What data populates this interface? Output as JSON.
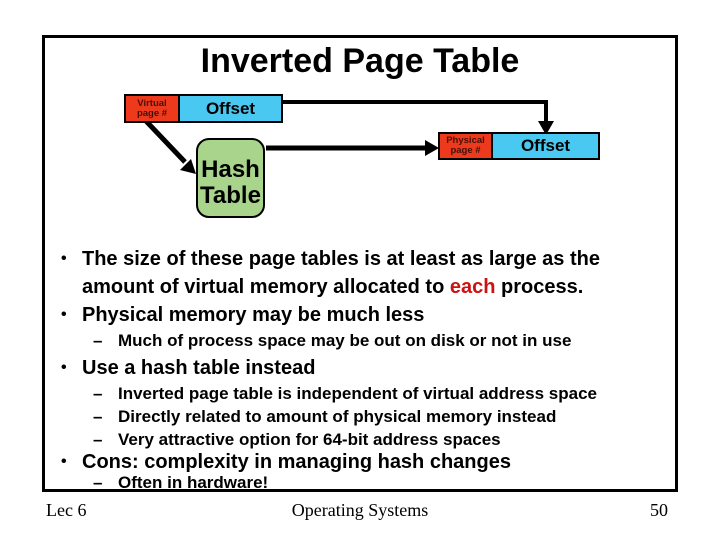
{
  "slide": {
    "title": "Inverted Page Table",
    "diagram": {
      "virtual_box": {
        "page_line1": "Virtual",
        "page_line2": "page #",
        "offset_label": "Offset"
      },
      "physical_box": {
        "page_line1": "Physical",
        "page_line2": "page #",
        "offset_label": "Offset"
      },
      "hash_table": {
        "line1": "Hash",
        "line2": "Table"
      }
    },
    "bullets": [
      {
        "marker": "•",
        "pre": "The size of these page tables is at least as large as the amount of virtual memory allocated to ",
        "highlight": "each",
        "post": " process."
      },
      {
        "marker": "•",
        "text": "Physical memory may be much less"
      },
      {
        "marker": "–",
        "text": "Much of process space may be out on disk or not in use"
      },
      {
        "marker": "•",
        "text": "Use a hash table instead"
      },
      {
        "marker": "–",
        "text": "Inverted page table is independent of virtual address space"
      },
      {
        "marker": "–",
        "text": "Directly related to amount of physical memory instead"
      },
      {
        "marker": "–",
        "text": "Very attractive option for 64-bit address spaces"
      },
      {
        "marker": "•",
        "text": "Cons: complexity in managing hash changes"
      },
      {
        "marker": "–",
        "text": "Often in hardware!"
      }
    ]
  },
  "footer": {
    "lecture": "Lec 6",
    "course": "Operating Systems",
    "page_number": "50"
  },
  "colors": {
    "box_red": "#ee3a1c",
    "box_cyan": "#49c8f2",
    "box_green": "#a9d48b",
    "highlight_red": "#cc1111"
  }
}
